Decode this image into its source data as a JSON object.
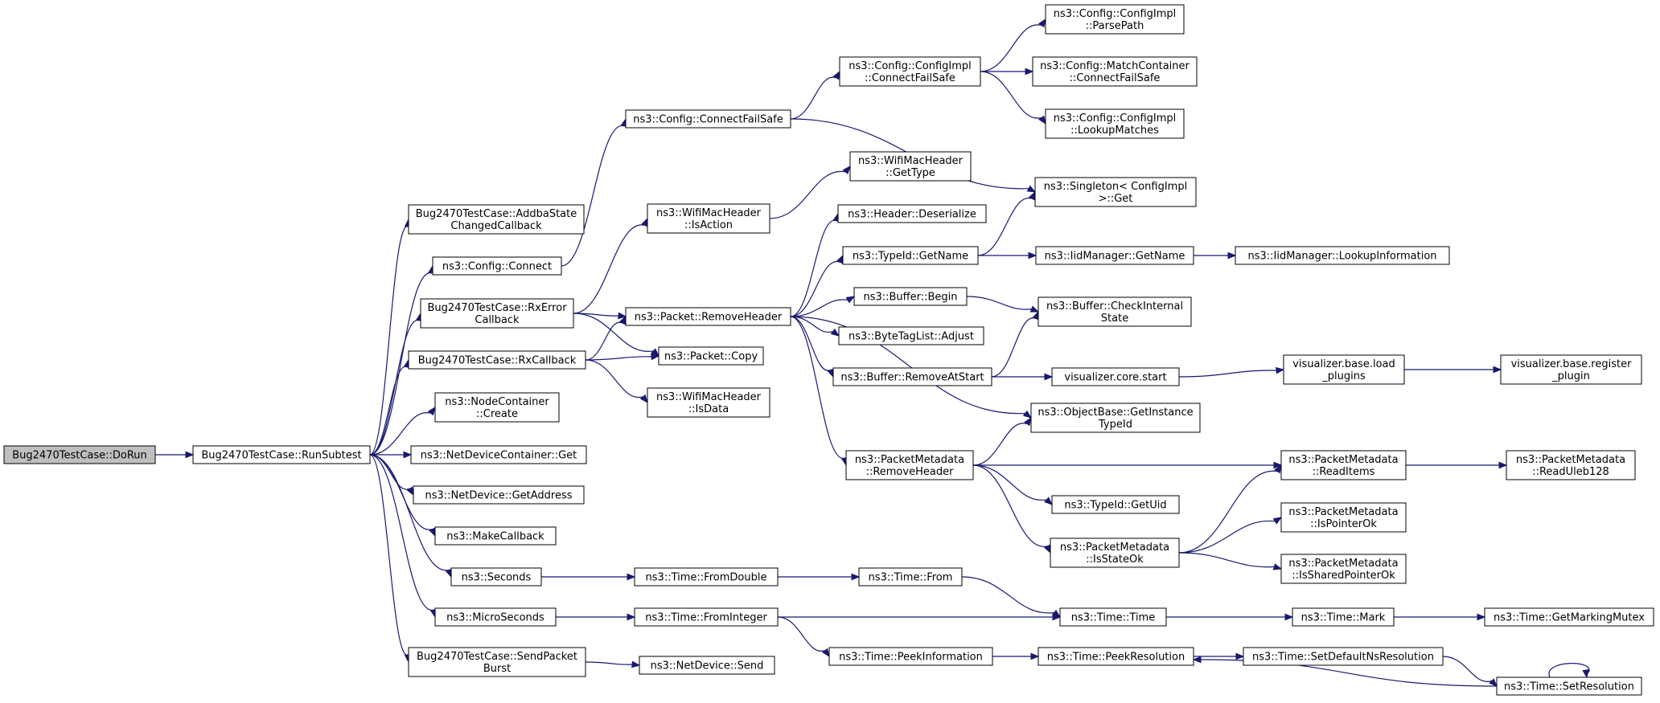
{
  "graph": {
    "nodes": [
      {
        "id": "dorun",
        "lines": [
          "Bug2470TestCase::DoRun"
        ],
        "root": true
      },
      {
        "id": "runsubtest",
        "lines": [
          "Bug2470TestCase::RunSubtest"
        ]
      },
      {
        "id": "addba",
        "lines": [
          "Bug2470TestCase::AddbaState",
          "ChangedCallback"
        ]
      },
      {
        "id": "config_connect",
        "lines": [
          "ns3::Config::Connect"
        ]
      },
      {
        "id": "rxerror",
        "lines": [
          "Bug2470TestCase::RxError",
          "Callback"
        ]
      },
      {
        "id": "rxcallback",
        "lines": [
          "Bug2470TestCase::RxCallback"
        ]
      },
      {
        "id": "nodecontainer_create",
        "lines": [
          "ns3::NodeContainer",
          "::Create"
        ]
      },
      {
        "id": "netdevcontainer_get",
        "lines": [
          "ns3::NetDeviceContainer::Get"
        ]
      },
      {
        "id": "netdevice_getaddress",
        "lines": [
          "ns3::NetDevice::GetAddress"
        ]
      },
      {
        "id": "makecallback",
        "lines": [
          "ns3::MakeCallback"
        ]
      },
      {
        "id": "seconds",
        "lines": [
          "ns3::Seconds"
        ]
      },
      {
        "id": "microseconds",
        "lines": [
          "ns3::MicroSeconds"
        ]
      },
      {
        "id": "sendpacketburst",
        "lines": [
          "Bug2470TestCase::SendPacket",
          "Burst"
        ]
      },
      {
        "id": "connectfailsafe",
        "lines": [
          "ns3::Config::ConnectFailSafe"
        ]
      },
      {
        "id": "wifi_isaction",
        "lines": [
          "ns3::WifiMacHeader",
          "::IsAction"
        ]
      },
      {
        "id": "packet_removeheader",
        "lines": [
          "ns3::Packet::RemoveHeader"
        ]
      },
      {
        "id": "packet_copy",
        "lines": [
          "ns3::Packet::Copy"
        ]
      },
      {
        "id": "wifi_isdata",
        "lines": [
          "ns3::WifiMacHeader",
          "::IsData"
        ]
      },
      {
        "id": "time_fromdouble",
        "lines": [
          "ns3::Time::FromDouble"
        ]
      },
      {
        "id": "time_frominteger",
        "lines": [
          "ns3::Time::FromInteger"
        ]
      },
      {
        "id": "netdevice_send",
        "lines": [
          "ns3::NetDevice::Send"
        ]
      },
      {
        "id": "configimpl_connectfailsafe",
        "lines": [
          "ns3::Config::ConfigImpl",
          "::ConnectFailSafe"
        ]
      },
      {
        "id": "wifi_gettype",
        "lines": [
          "ns3::WifiMacHeader",
          "::GetType"
        ]
      },
      {
        "id": "header_deserialize",
        "lines": [
          "ns3::Header::Deserialize"
        ]
      },
      {
        "id": "typeid_getname",
        "lines": [
          "ns3::TypeId::GetName"
        ]
      },
      {
        "id": "buffer_begin",
        "lines": [
          "ns3::Buffer::Begin"
        ]
      },
      {
        "id": "bytetaglist_adjust",
        "lines": [
          "ns3::ByteTagList::Adjust"
        ]
      },
      {
        "id": "buffer_removeatstart",
        "lines": [
          "ns3::Buffer::RemoveAtStart"
        ]
      },
      {
        "id": "pktmeta_removeheader",
        "lines": [
          "ns3::PacketMetadata",
          "::RemoveHeader"
        ]
      },
      {
        "id": "time_from",
        "lines": [
          "ns3::Time::From"
        ]
      },
      {
        "id": "time_peekinformation",
        "lines": [
          "ns3::Time::PeekInformation"
        ]
      },
      {
        "id": "configimpl_parsepath",
        "lines": [
          "ns3::Config::ConfigImpl",
          "::ParsePath"
        ]
      },
      {
        "id": "matchcontainer_connectfailsafe",
        "lines": [
          "ns3::Config::MatchContainer",
          "::ConnectFailSafe"
        ]
      },
      {
        "id": "configimpl_lookupmatches",
        "lines": [
          "ns3::Config::ConfigImpl",
          "::LookupMatches"
        ]
      },
      {
        "id": "singleton_get",
        "lines": [
          "ns3::Singleton< ConfigImpl",
          " >::Get"
        ]
      },
      {
        "id": "iidmanager_getname",
        "lines": [
          "ns3::IidManager::GetName"
        ]
      },
      {
        "id": "buffer_checkinternalstate",
        "lines": [
          "ns3::Buffer::CheckInternal",
          "State"
        ]
      },
      {
        "id": "visualizer_core_start",
        "lines": [
          "visualizer.core.start"
        ]
      },
      {
        "id": "objectbase_getinstancetypeid",
        "lines": [
          "ns3::ObjectBase::GetInstance",
          "TypeId"
        ]
      },
      {
        "id": "typeid_getuid",
        "lines": [
          "ns3::TypeId::GetUid"
        ]
      },
      {
        "id": "pktmeta_isstateok",
        "lines": [
          "ns3::PacketMetadata",
          "::IsStateOk"
        ]
      },
      {
        "id": "time_time",
        "lines": [
          "ns3::Time::Time"
        ]
      },
      {
        "id": "time_peekresolution",
        "lines": [
          "ns3::Time::PeekResolution"
        ]
      },
      {
        "id": "iidmanager_lookupinformation",
        "lines": [
          "ns3::IidManager::LookupInformation"
        ]
      },
      {
        "id": "visualizer_base_load_plugins",
        "lines": [
          "visualizer.base.load",
          "_plugins"
        ]
      },
      {
        "id": "pktmeta_readitems",
        "lines": [
          "ns3::PacketMetadata",
          "::ReadItems"
        ]
      },
      {
        "id": "pktmeta_ispointerok",
        "lines": [
          "ns3::PacketMetadata",
          "::IsPointerOk"
        ]
      },
      {
        "id": "pktmeta_issharedpointerok",
        "lines": [
          "ns3::PacketMetadata",
          "::IsSharedPointerOk"
        ]
      },
      {
        "id": "time_mark",
        "lines": [
          "ns3::Time::Mark"
        ]
      },
      {
        "id": "time_setdefaultnsresolution",
        "lines": [
          "ns3::Time::SetDefaultNsResolution"
        ]
      },
      {
        "id": "visualizer_base_register_plugin",
        "lines": [
          "visualizer.base.register",
          "_plugin"
        ]
      },
      {
        "id": "pktmeta_readuleb128",
        "lines": [
          "ns3::PacketMetadata",
          "::ReadUleb128"
        ]
      },
      {
        "id": "time_getmarkingmutex",
        "lines": [
          "ns3::Time::GetMarkingMutex"
        ]
      },
      {
        "id": "time_setresolution",
        "lines": [
          "ns3::Time::SetResolution"
        ]
      }
    ],
    "edges": [
      [
        "dorun",
        "runsubtest"
      ],
      [
        "runsubtest",
        "addba"
      ],
      [
        "runsubtest",
        "config_connect"
      ],
      [
        "runsubtest",
        "rxerror"
      ],
      [
        "runsubtest",
        "rxcallback"
      ],
      [
        "runsubtest",
        "nodecontainer_create"
      ],
      [
        "runsubtest",
        "netdevcontainer_get"
      ],
      [
        "runsubtest",
        "netdevice_getaddress"
      ],
      [
        "runsubtest",
        "makecallback"
      ],
      [
        "runsubtest",
        "seconds"
      ],
      [
        "runsubtest",
        "microseconds"
      ],
      [
        "runsubtest",
        "sendpacketburst"
      ],
      [
        "config_connect",
        "connectfailsafe"
      ],
      [
        "rxerror",
        "wifi_isaction"
      ],
      [
        "rxerror",
        "packet_removeheader"
      ],
      [
        "rxerror",
        "packet_copy"
      ],
      [
        "rxcallback",
        "packet_removeheader"
      ],
      [
        "rxcallback",
        "packet_copy"
      ],
      [
        "rxcallback",
        "wifi_isdata"
      ],
      [
        "seconds",
        "time_fromdouble"
      ],
      [
        "microseconds",
        "time_frominteger"
      ],
      [
        "sendpacketburst",
        "netdevice_send"
      ],
      [
        "connectfailsafe",
        "configimpl_connectfailsafe"
      ],
      [
        "connectfailsafe",
        "singleton_get"
      ],
      [
        "wifi_isaction",
        "wifi_gettype"
      ],
      [
        "packet_removeheader",
        "header_deserialize"
      ],
      [
        "packet_removeheader",
        "typeid_getname"
      ],
      [
        "packet_removeheader",
        "buffer_begin"
      ],
      [
        "packet_removeheader",
        "bytetaglist_adjust"
      ],
      [
        "packet_removeheader",
        "buffer_removeatstart"
      ],
      [
        "packet_removeheader",
        "objectbase_getinstancetypeid"
      ],
      [
        "packet_removeheader",
        "pktmeta_removeheader"
      ],
      [
        "time_fromdouble",
        "time_from"
      ],
      [
        "time_frominteger",
        "time_time"
      ],
      [
        "time_frominteger",
        "time_peekinformation"
      ],
      [
        "configimpl_connectfailsafe",
        "configimpl_parsepath"
      ],
      [
        "configimpl_connectfailsafe",
        "matchcontainer_connectfailsafe"
      ],
      [
        "configimpl_connectfailsafe",
        "configimpl_lookupmatches"
      ],
      [
        "typeid_getname",
        "singleton_get"
      ],
      [
        "typeid_getname",
        "iidmanager_getname"
      ],
      [
        "buffer_begin",
        "buffer_checkinternalstate"
      ],
      [
        "buffer_removeatstart",
        "buffer_checkinternalstate"
      ],
      [
        "buffer_removeatstart",
        "visualizer_core_start"
      ],
      [
        "pktmeta_removeheader",
        "objectbase_getinstancetypeid"
      ],
      [
        "pktmeta_removeheader",
        "pktmeta_readitems"
      ],
      [
        "pktmeta_removeheader",
        "typeid_getuid"
      ],
      [
        "pktmeta_removeheader",
        "pktmeta_isstateok"
      ],
      [
        "time_from",
        "time_time"
      ],
      [
        "time_peekinformation",
        "time_peekresolution"
      ],
      [
        "iidmanager_getname",
        "iidmanager_lookupinformation"
      ],
      [
        "visualizer_core_start",
        "visualizer_base_load_plugins"
      ],
      [
        "pktmeta_isstateok",
        "pktmeta_readitems"
      ],
      [
        "pktmeta_isstateok",
        "pktmeta_ispointerok"
      ],
      [
        "pktmeta_isstateok",
        "pktmeta_issharedpointerok"
      ],
      [
        "time_time",
        "time_mark"
      ],
      [
        "time_peekresolution",
        "time_setdefaultnsresolution"
      ],
      [
        "visualizer_base_load_plugins",
        "visualizer_base_register_plugin"
      ],
      [
        "pktmeta_readitems",
        "pktmeta_readuleb128"
      ],
      [
        "time_mark",
        "time_getmarkingmutex"
      ],
      [
        "time_setdefaultnsresolution",
        "time_setresolution"
      ],
      [
        "time_setresolution",
        "time_peekresolution"
      ],
      [
        "time_setresolution",
        "time_setresolution"
      ]
    ]
  }
}
